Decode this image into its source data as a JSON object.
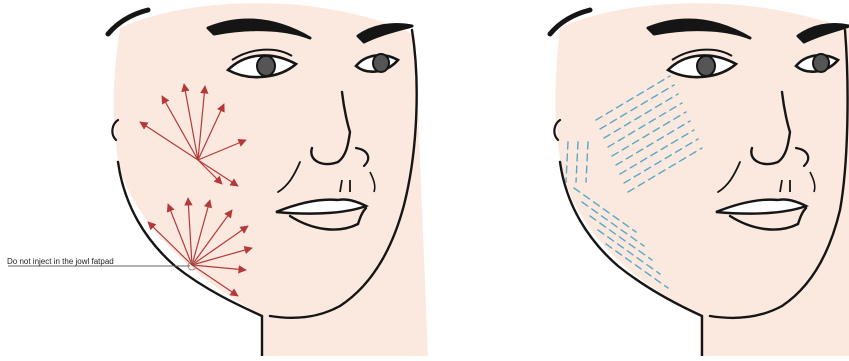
{
  "figure": {
    "callout_text": "Do not inject in the jowl fatpad",
    "colors": {
      "skin": "#fbe9df",
      "outline": "#151515",
      "arrow": "#b43a3a",
      "dash": "#5aa7c6",
      "callout_line": "#666666"
    },
    "panels": [
      {
        "name": "fanning-injection-technique"
      },
      {
        "name": "linear-threading-technique"
      }
    ]
  }
}
